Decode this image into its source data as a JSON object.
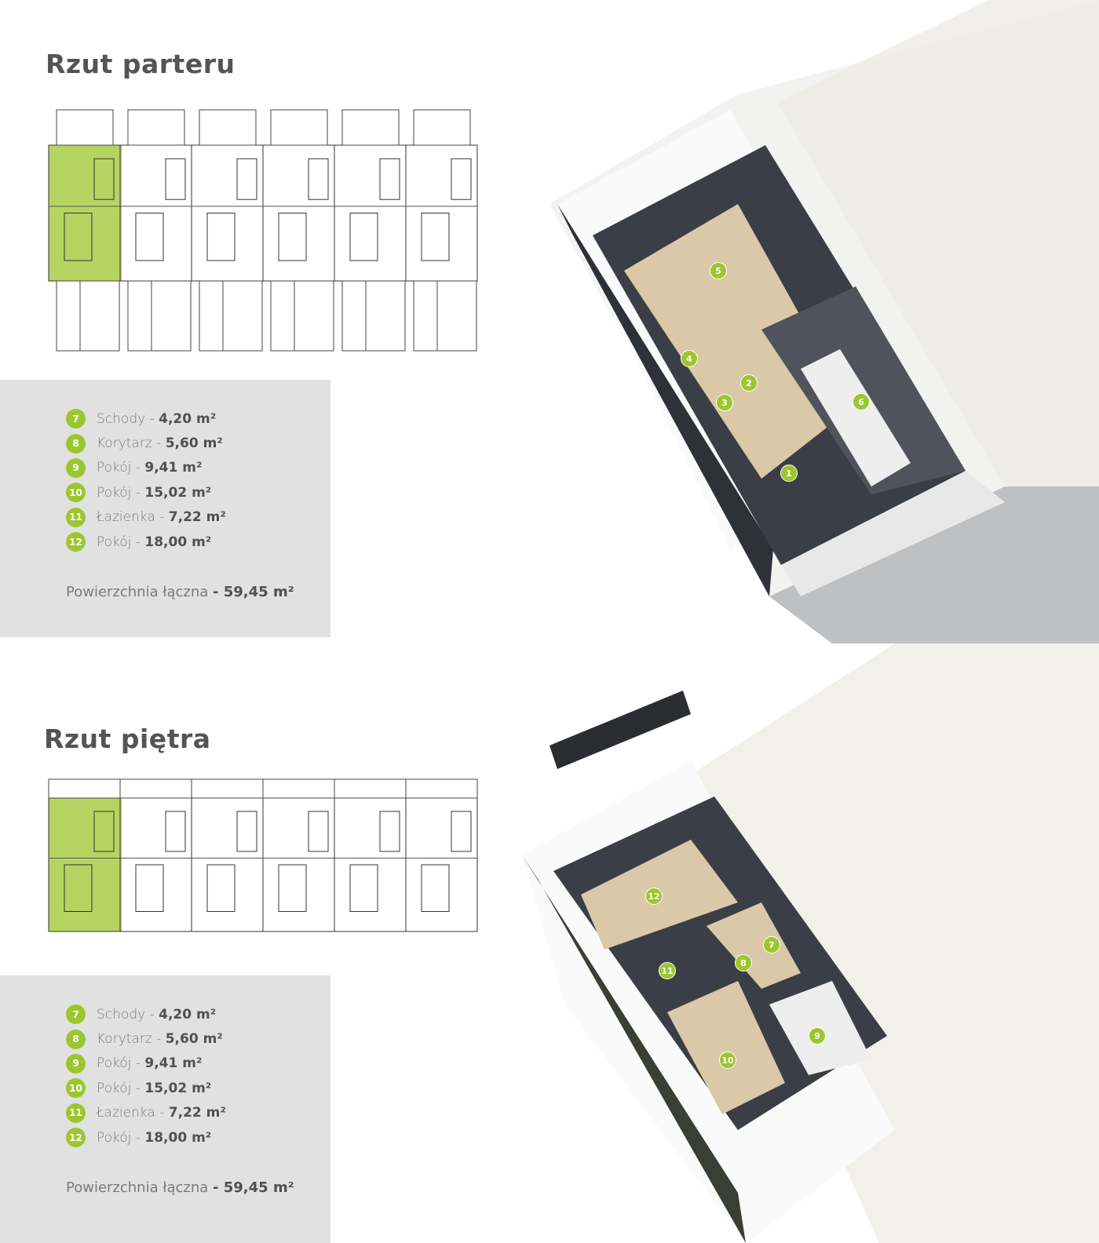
{
  "ground": {
    "title": "Rzut parteru",
    "rooms": [
      {
        "n": "7",
        "name": "Schody",
        "area": "4,20 m²"
      },
      {
        "n": "8",
        "name": "Korytarz",
        "area": "5,60 m²"
      },
      {
        "n": "9",
        "name": "Pokój",
        "area": "9,41 m²"
      },
      {
        "n": "10",
        "name": "Pokój",
        "area": "15,02 m²"
      },
      {
        "n": "11",
        "name": "Łazienka",
        "area": "7,22 m²"
      },
      {
        "n": "12",
        "name": "Pokój",
        "area": "18,00 m²"
      }
    ],
    "total_label": "Powierzchnia łączna",
    "total_value": "- 59,45 m²",
    "markers": [
      "1",
      "2",
      "3",
      "4",
      "5",
      "6"
    ]
  },
  "upper": {
    "title": "Rzut piętra",
    "rooms": [
      {
        "n": "7",
        "name": "Schody",
        "area": "4,20 m²"
      },
      {
        "n": "8",
        "name": "Korytarz",
        "area": "5,60 m²"
      },
      {
        "n": "9",
        "name": "Pokój",
        "area": "9,41 m²"
      },
      {
        "n": "10",
        "name": "Pokój",
        "area": "15,02 m²"
      },
      {
        "n": "11",
        "name": "Łazienka",
        "area": "7,22 m²"
      },
      {
        "n": "12",
        "name": "Pokój",
        "area": "18,00 m²"
      }
    ],
    "total_label": "Powierzchnia łączna",
    "total_value": "- 59,45 m²",
    "markers": [
      "7",
      "8",
      "9",
      "10",
      "11",
      "12"
    ]
  },
  "colors": {
    "accent": "#9dc62e",
    "panel": "#e1e1e1"
  }
}
